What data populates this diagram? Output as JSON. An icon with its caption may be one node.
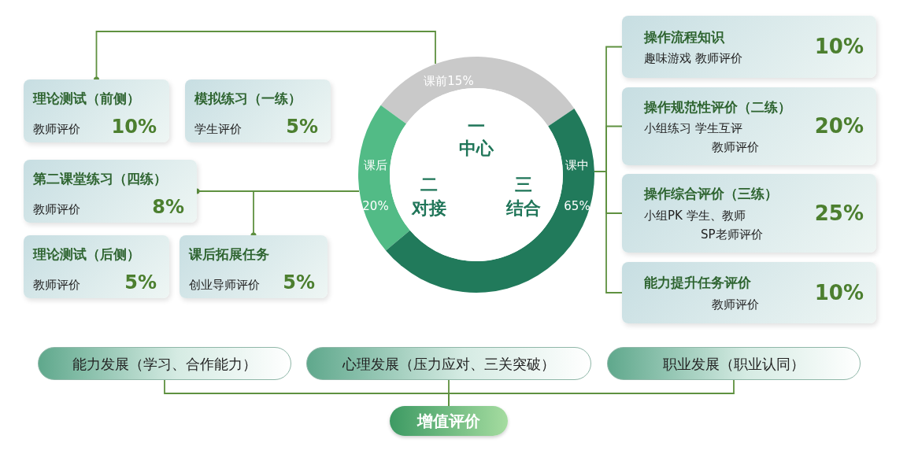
{
  "diagram": {
    "nodes": [
      {
        "text": [
          "课前15%"
        ]
      },
      {
        "text": [
          "课后",
          "20%"
        ]
      },
      {
        "text": [
          "课中",
          "65%"
        ]
      },
      {
        "text": [
          "一",
          "中心",
          "二",
          "对接",
          "三",
          "结合"
        ]
      },
      {
        "text": [
          "理论测试（前侧）",
          "教师评价",
          "10%"
        ]
      },
      {
        "text": [
          "模拟练习（一练）",
          "学生评价",
          "5%"
        ]
      },
      {
        "text": [
          "第二课堂练习（四练）",
          "教师评价",
          "8%"
        ]
      },
      {
        "text": [
          "理论测试（后侧）",
          "教师评价",
          "5%"
        ]
      },
      {
        "text": [
          "课后拓展任务",
          "创业导师评价",
          "5%"
        ]
      },
      {
        "text": [
          "操作流程知识",
          "趣味游戏 教师评价",
          "10%"
        ]
      },
      {
        "text": [
          "操作规范性评价（二练）",
          "小组练习 学生互评",
          "教师评价",
          "20%"
        ]
      },
      {
        "text": [
          "操作综合评价（三练）",
          "小组PK 学生、教师",
          "SP老师评价",
          "25%"
        ]
      },
      {
        "text": [
          "能力提升任务评价",
          "教师评价",
          "10%"
        ]
      },
      {
        "text": [
          "能力发展（学习、合作能力）"
        ]
      },
      {
        "text": [
          "心理发展（压力应对、三关突破）"
        ]
      },
      {
        "text": [
          "职业发展（职业认同）"
        ]
      },
      {
        "text": [
          "增值评价"
        ]
      }
    ],
    "edges": [
      {
        "from": 0,
        "to": 4,
        "arrow": "other"
      },
      {
        "from": 1,
        "to": 6,
        "arrow": "other"
      },
      {
        "from": 1,
        "to": 8,
        "arrow": "other"
      },
      {
        "from": 2,
        "to": 9,
        "arrow": "none"
      },
      {
        "from": 2,
        "to": 10,
        "arrow": "none"
      },
      {
        "from": 2,
        "to": 11,
        "arrow": "none"
      },
      {
        "from": 2,
        "to": 12,
        "arrow": "none"
      },
      {
        "from": 16,
        "to": 13,
        "arrow": "none"
      },
      {
        "from": 16,
        "to": 14,
        "arrow": "none"
      },
      {
        "from": 16,
        "to": 15,
        "arrow": "none"
      }
    ]
  }
}
